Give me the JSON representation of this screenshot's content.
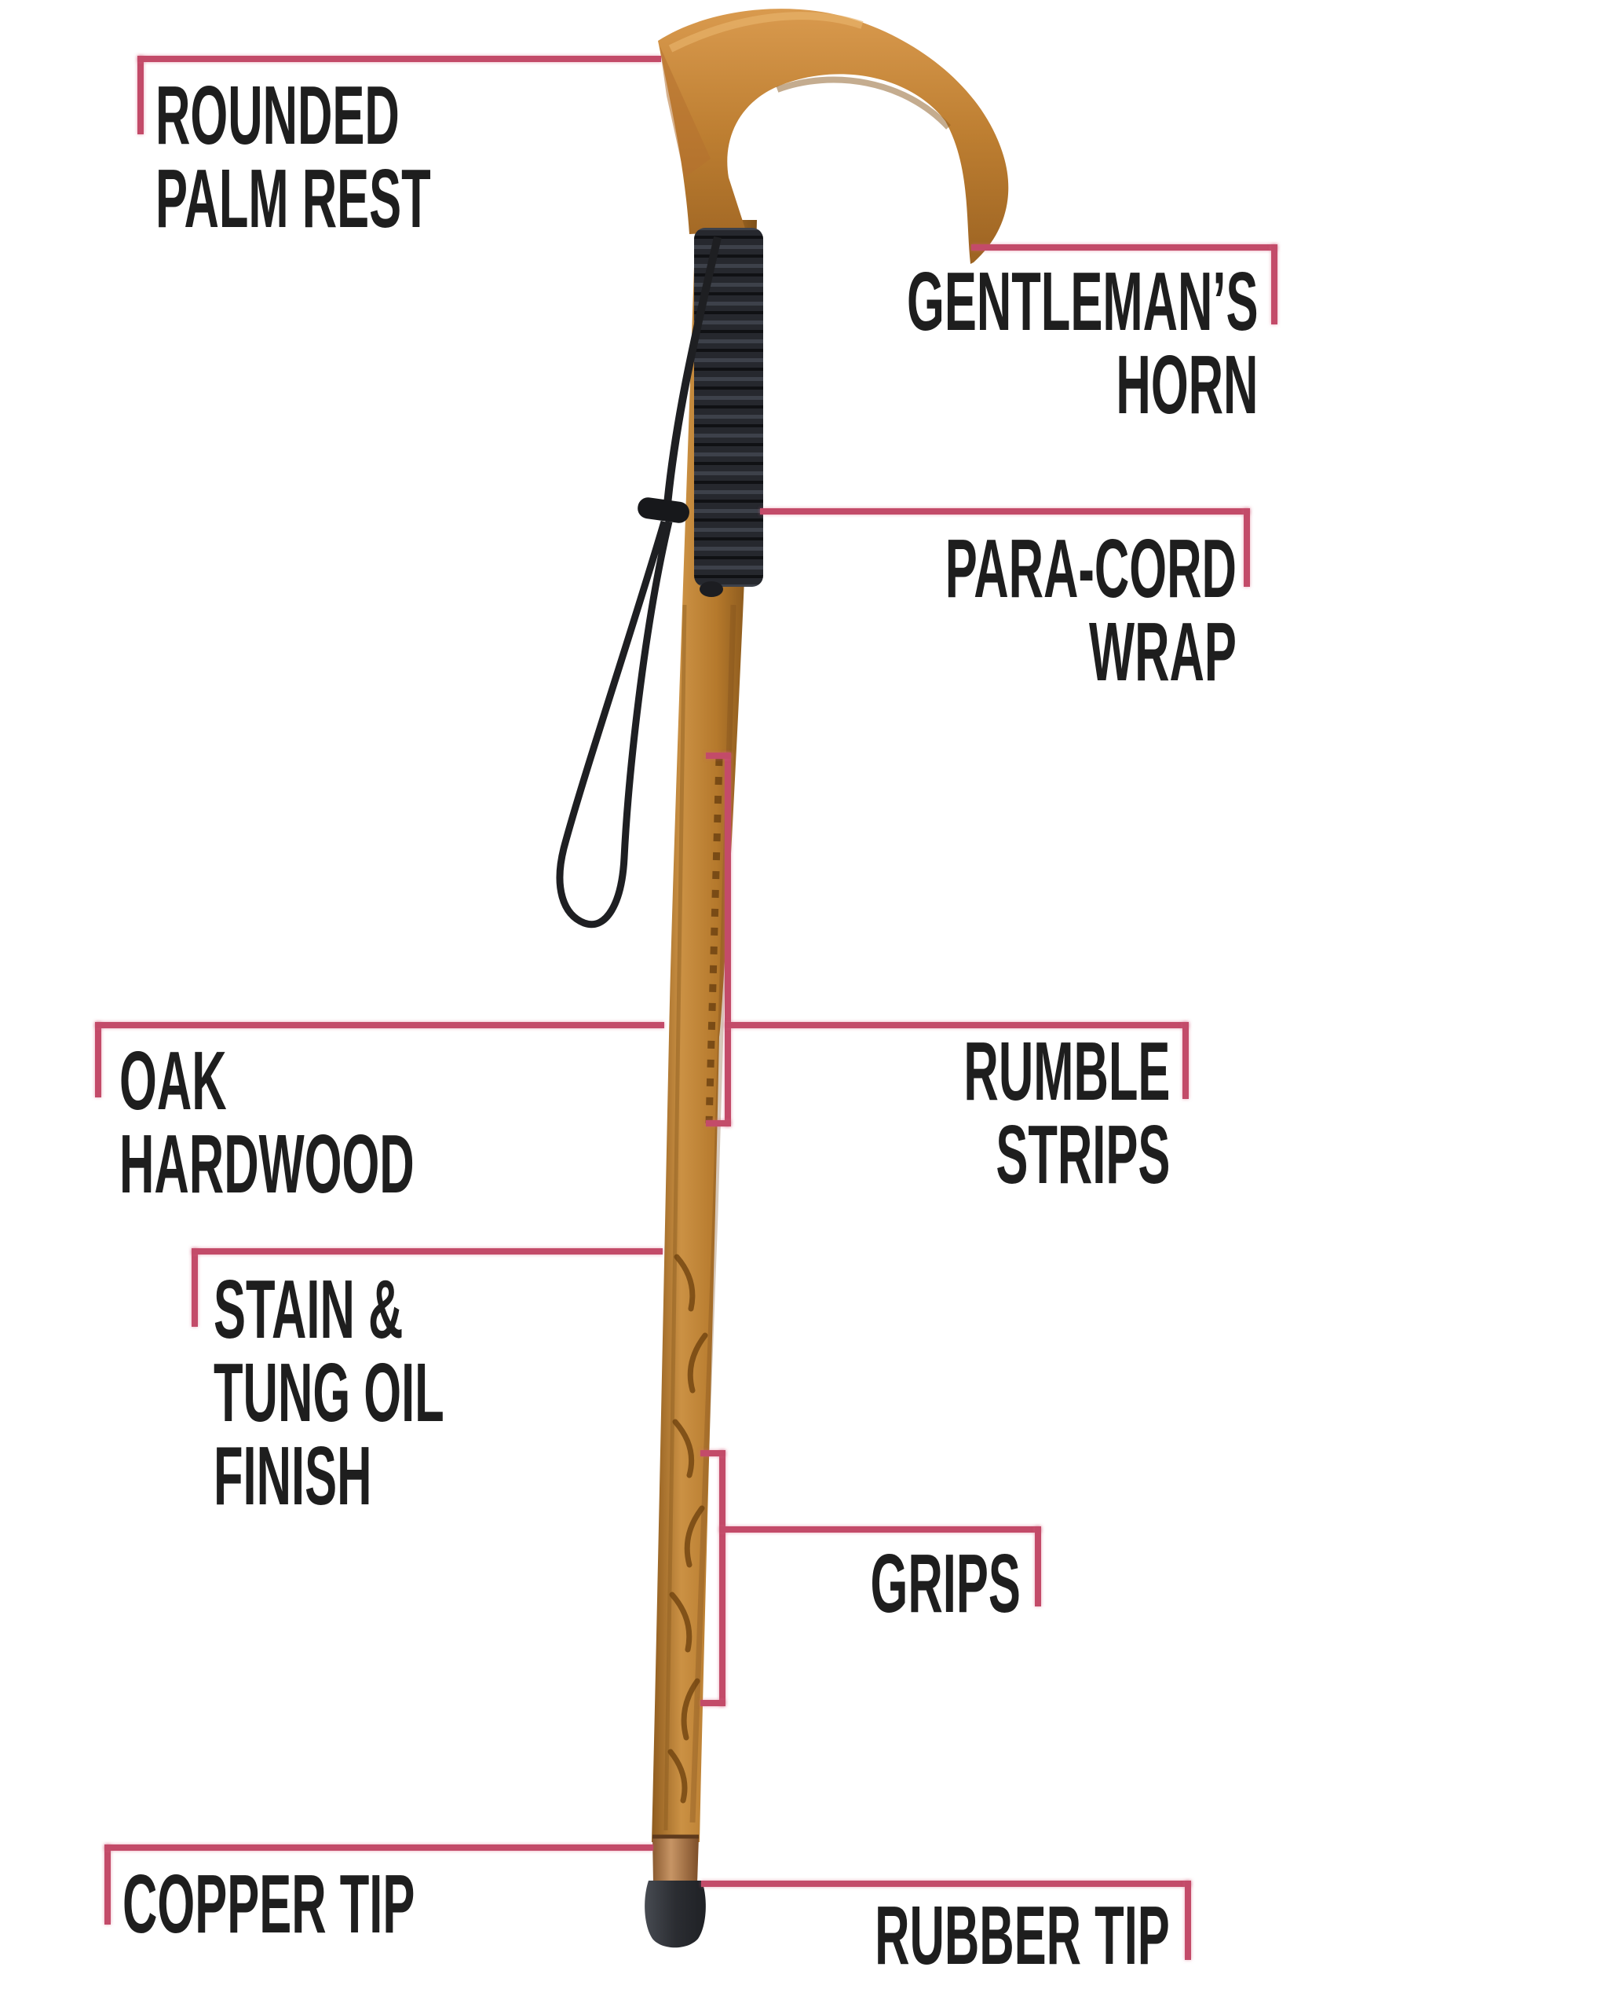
{
  "title": "Walking cane feature diagram",
  "colors": {
    "background": "#ffffff",
    "leader_line": "#c34b69",
    "label_text": "#1e1e1e",
    "wood": "#b97c31",
    "wrap": "#26282e",
    "cord": "#1e1f22",
    "copper": "#b07a48",
    "rubber": "#34373d"
  },
  "labels": {
    "rounded_palm_rest": {
      "lines": [
        "ROUNDED",
        "PALM REST"
      ]
    },
    "gentlemans_horn": {
      "lines": [
        "GENTLEMAN’S",
        "HORN"
      ]
    },
    "para_cord_wrap": {
      "lines": [
        "PARA-CORD",
        "WRAP"
      ]
    },
    "oak_hardwood": {
      "lines": [
        "OAK",
        "HARDWOOD"
      ]
    },
    "rumble_strips": {
      "lines": [
        "RUMBLE",
        "STRIPS"
      ]
    },
    "stain_tung_oil_finish": {
      "lines": [
        "STAIN &",
        "TUNG OIL",
        "FINISH"
      ]
    },
    "grips": {
      "lines": [
        "GRIPS"
      ]
    },
    "copper_tip": {
      "lines": [
        "COPPER TIP"
      ]
    },
    "rubber_tip": {
      "lines": [
        "RUBBER TIP"
      ]
    }
  },
  "diagram": {
    "subject": "wooden derby-handle walking cane with para-cord wrapped neck, lanyard loop, carved shaft and rubber-covered copper tip",
    "callout_count": 9
  }
}
